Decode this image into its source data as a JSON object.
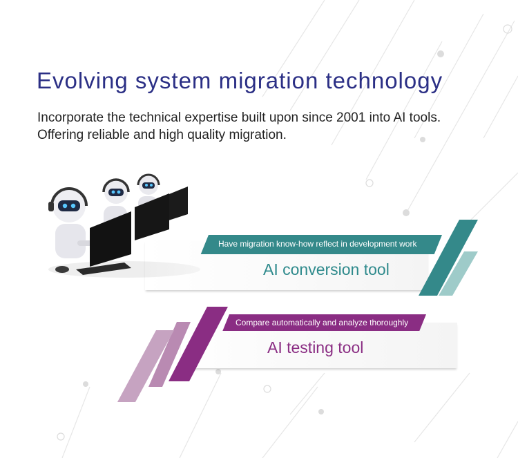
{
  "header": {
    "title": "Evolving system migration technology",
    "subtitle_line1": "Incorporate the technical expertise built upon since 2001 into AI tools.",
    "subtitle_line2": "Offering reliable and high quality migration."
  },
  "cards": [
    {
      "tag": "Have migration know-how reflect in development work",
      "heading": "AI conversion tool",
      "accent_color": "#34898a"
    },
    {
      "tag": "Compare automatically and analyze thoroughly",
      "heading": "AI testing tool",
      "accent_color": "#8a2d83"
    }
  ],
  "illustration": {
    "icon": "robots-at-computers-illustration"
  },
  "colors": {
    "title": "#2b2f85",
    "teal": "#34898a",
    "purple": "#8a2d83"
  }
}
